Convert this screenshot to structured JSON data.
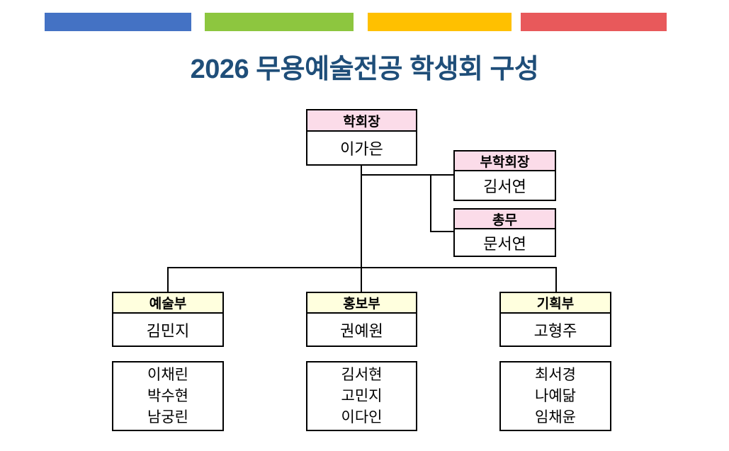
{
  "title": "2026 무용예술전공 학생회 구성",
  "title_color": "#1F4E79",
  "top_bars": [
    {
      "name": "blue-bar",
      "color": "#4472C4"
    },
    {
      "name": "green-bar",
      "color": "#8DC63F"
    },
    {
      "name": "yellow-bar",
      "color": "#FFC000"
    },
    {
      "name": "red-bar",
      "color": "#E8595B"
    }
  ],
  "colors": {
    "exec_header_bg": "#FBDCE9",
    "dept_header_bg": "#FFFFDE",
    "box_border": "#000000",
    "line": "#000000"
  },
  "org": {
    "president": {
      "role": "학회장",
      "name": "이가은"
    },
    "vice_president": {
      "role": "부학회장",
      "name": "김서연"
    },
    "treasurer": {
      "role": "총무",
      "name": "문서연"
    },
    "departments": [
      {
        "role": "예술부",
        "head": "김민지",
        "members": [
          "이채린",
          "박수현",
          "남궁린"
        ]
      },
      {
        "role": "홍보부",
        "head": "권예원",
        "members": [
          "김서현",
          "고민지",
          "이다인"
        ]
      },
      {
        "role": "기획부",
        "head": "고형주",
        "members": [
          "최서경",
          "나예닮",
          "임채윤"
        ]
      }
    ]
  }
}
